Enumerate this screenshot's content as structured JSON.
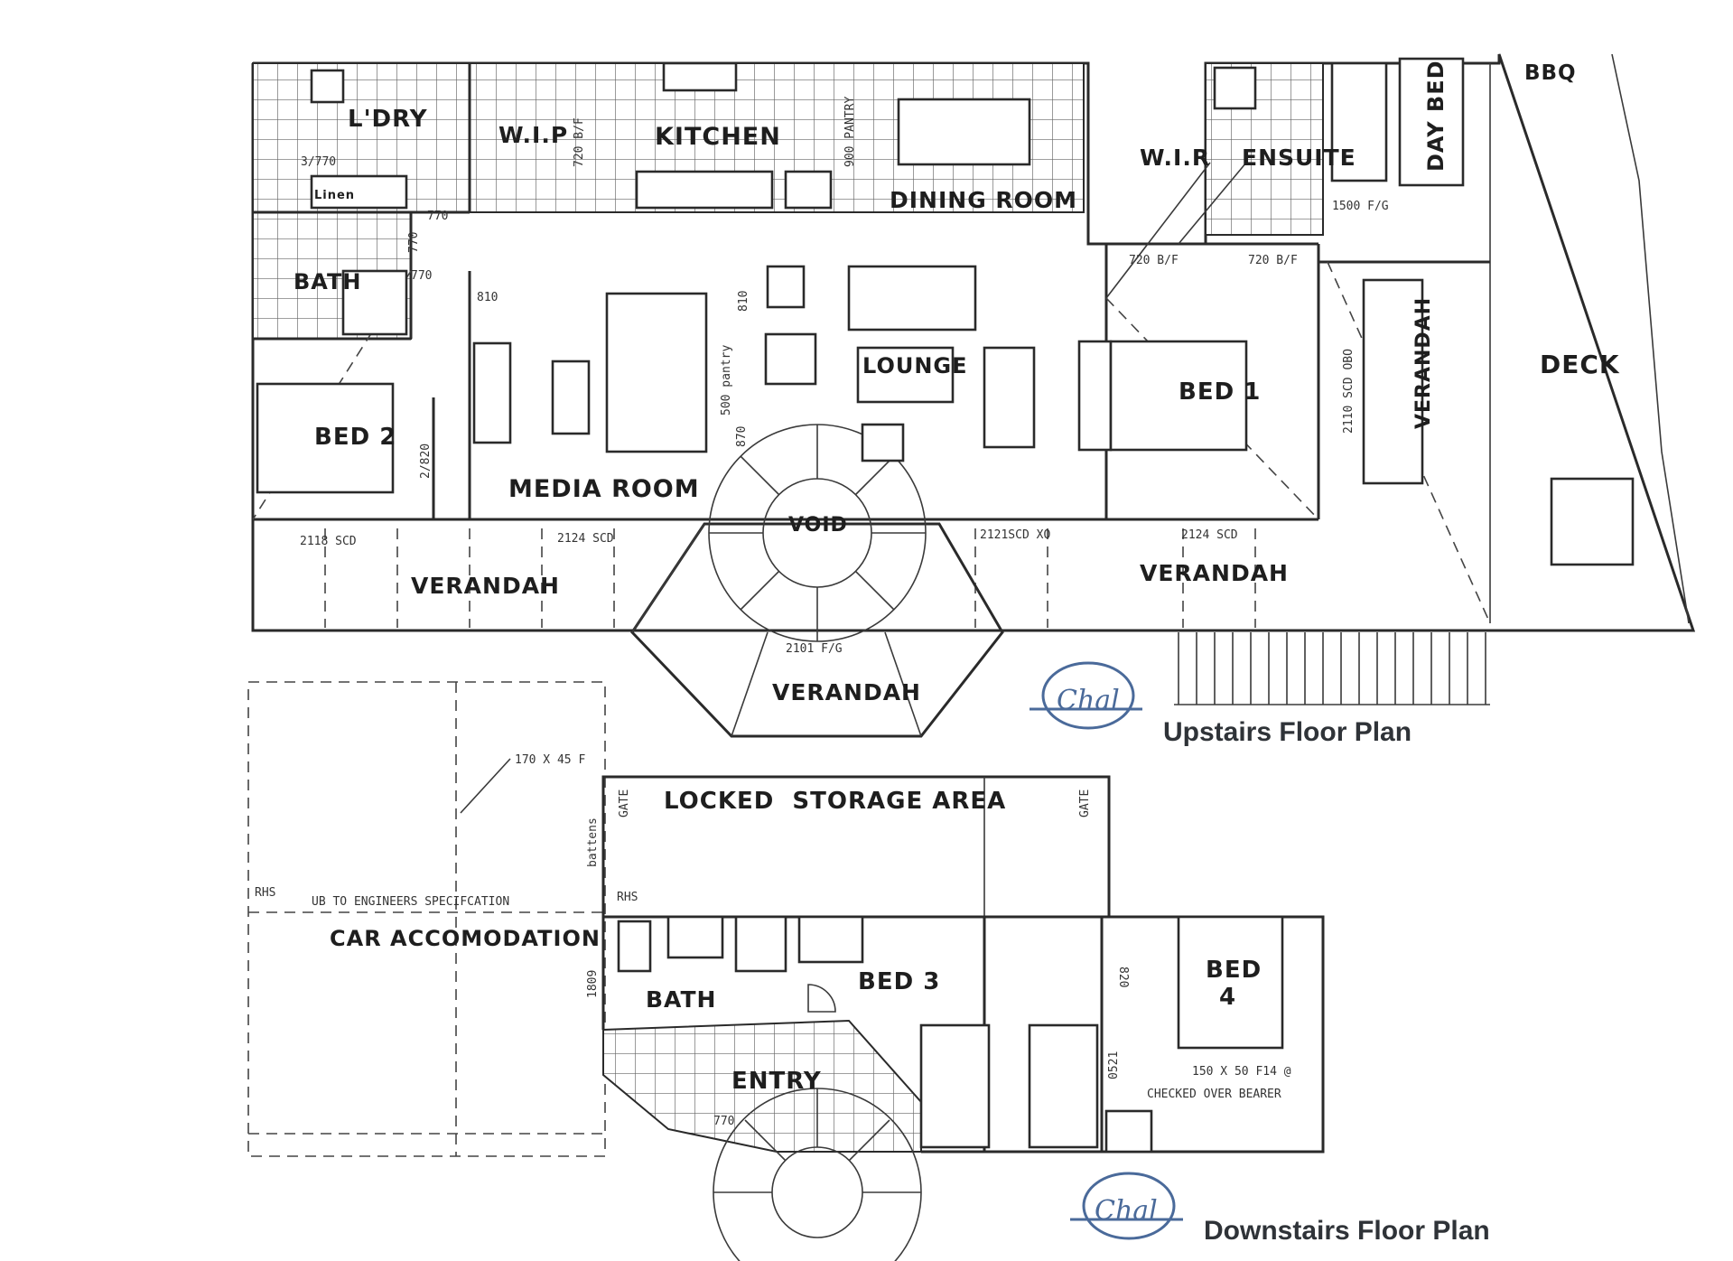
{
  "upstairs": {
    "rooms": {
      "laundry": "L'DRY",
      "linen": "Linen",
      "wip": "W.I.P",
      "kitchen": "KITCHEN",
      "dining": "DINING ROOM",
      "wir": "W.I.R",
      "ensuite": "ENSUITE",
      "day_bed": "DAY BED",
      "bbq": "BBQ",
      "bath": "BATH",
      "bed2": "BED 2",
      "media": "MEDIA ROOM",
      "lounge": "LOUNGE",
      "void": "VOID",
      "bed1": "BED 1",
      "verandah_side": "VERANDAH",
      "deck": "DECK",
      "verandah_left": "VERANDAH",
      "verandah_right": "VERANDAH",
      "verandah_front": "VERANDAH"
    },
    "dims": {
      "d1": "3/770",
      "d2": "770",
      "d3": "770",
      "d4": "770",
      "d5": "810",
      "d6": "720 B/F",
      "d7": "900 PANTRY",
      "d8": "810",
      "d9": "500 pantry",
      "d10": "870",
      "d11": "2/820",
      "d12": "720 B/F",
      "d13": "720 B/F",
      "d14": "1500 F/G",
      "d15": "2110 SCD OBO",
      "d16": "2118 SCD",
      "d17": "2124 SCD",
      "d18": "2121SCD XO",
      "d19": "2124 SCD",
      "d20": "2101 F/G"
    },
    "caption": "Upstairs Floor Plan"
  },
  "downstairs": {
    "rooms": {
      "storage": "LOCKED  STORAGE AREA",
      "car": "CAR ACCOMODATION",
      "bath": "BATH",
      "bed3": "BED 3",
      "bed4_top": "BED",
      "bed4_num": "4",
      "entry": "ENTRY"
    },
    "notes": {
      "beam": "170 X 45 F",
      "ub": "UB TO ENGINEERS SPECIFCATION",
      "rhs_left": "RHS",
      "rhs_mid": "RHS",
      "gate_left": "GATE",
      "gate_right": "GATE",
      "battens": "battens",
      "d1": "1809",
      "d2": "820",
      "d3": "0521",
      "d4": "770",
      "bearer1": "150 X 50 F14 @",
      "bearer2": "CHECKED OVER BEARER"
    },
    "caption": "Downstairs Floor Plan"
  },
  "logo_text": "Chal"
}
